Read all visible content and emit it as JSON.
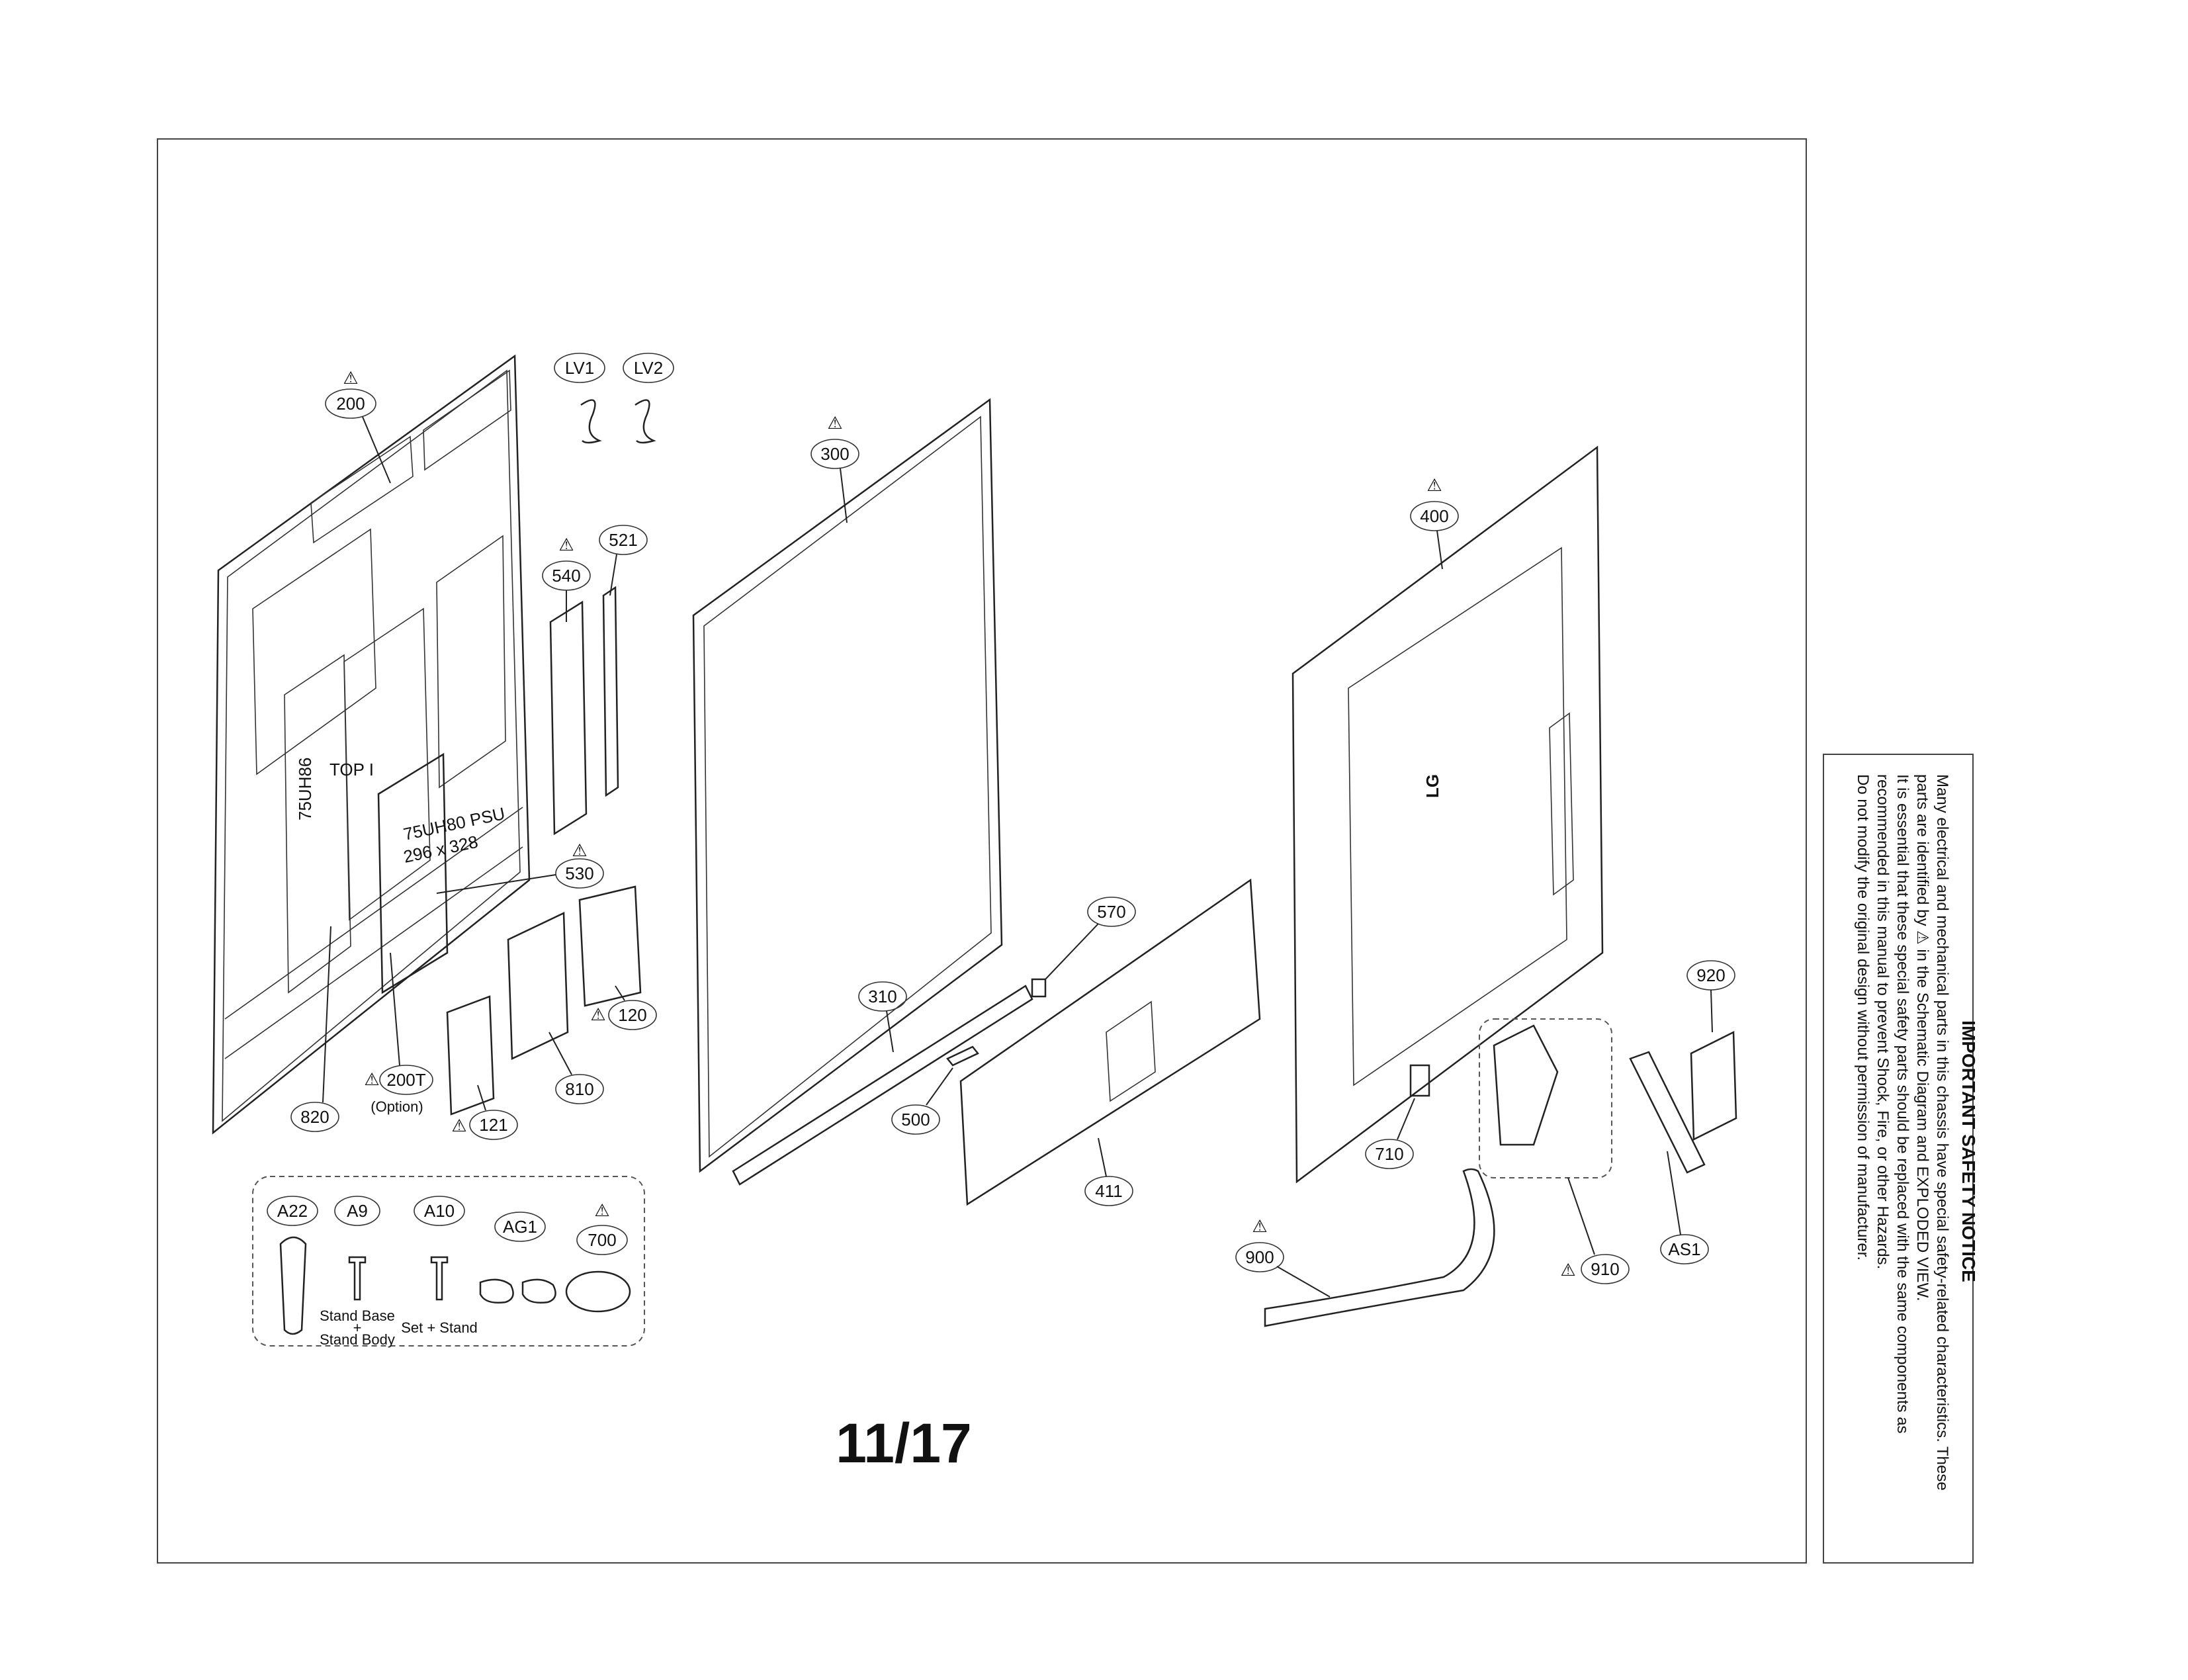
{
  "page_number": "11/17",
  "callouts": [
    {
      "id": "200",
      "warn": true
    },
    {
      "id": "LV1",
      "warn": false
    },
    {
      "id": "LV2",
      "warn": false
    },
    {
      "id": "540",
      "warn": true
    },
    {
      "id": "521",
      "warn": false
    },
    {
      "id": "530",
      "warn": true
    },
    {
      "id": "120",
      "warn": true
    },
    {
      "id": "121",
      "warn": true
    },
    {
      "id": "810",
      "warn": false
    },
    {
      "id": "820",
      "warn": false
    },
    {
      "id": "200T",
      "warn": true
    },
    {
      "id": "300",
      "warn": true
    },
    {
      "id": "310",
      "warn": false
    },
    {
      "id": "570",
      "warn": false
    },
    {
      "id": "500",
      "warn": false
    },
    {
      "id": "411",
      "warn": false
    },
    {
      "id": "400",
      "warn": true
    },
    {
      "id": "710",
      "warn": false
    },
    {
      "id": "920",
      "warn": false
    },
    {
      "id": "AS1",
      "warn": false
    },
    {
      "id": "900",
      "warn": true
    },
    {
      "id": "910",
      "warn": true
    },
    {
      "id": "A22",
      "warn": false
    },
    {
      "id": "A9",
      "warn": false
    },
    {
      "id": "A10",
      "warn": false
    },
    {
      "id": "AG1",
      "warn": false
    },
    {
      "id": "700",
      "warn": true
    }
  ],
  "notes": {
    "option": "(Option)",
    "stand_base": "Stand Base",
    "plus": "+",
    "stand_body": "Stand Body",
    "set_stand": "Set + Stand"
  },
  "safety_notice": {
    "title": "IMPORTANT SAFETY NOTICE",
    "lines": [
      "Many electrical and mechanical parts in this chassis have special safety-related characteristics. These",
      "parts are identified by ⚠ in the Schematic Diagram and EXPLODED VIEW.",
      "It is essential that these special safety parts should be replaced with the same components as",
      "recommended in this manual to prevent Shock, Fire, or other Hazards.",
      "Do not modify the original design without permission of manufacturer."
    ]
  },
  "panel_text": {
    "psu_label_1": "75UH80 PSU",
    "psu_label_2": "296 x 328",
    "board_label": "75UH86",
    "logo": "LG"
  }
}
